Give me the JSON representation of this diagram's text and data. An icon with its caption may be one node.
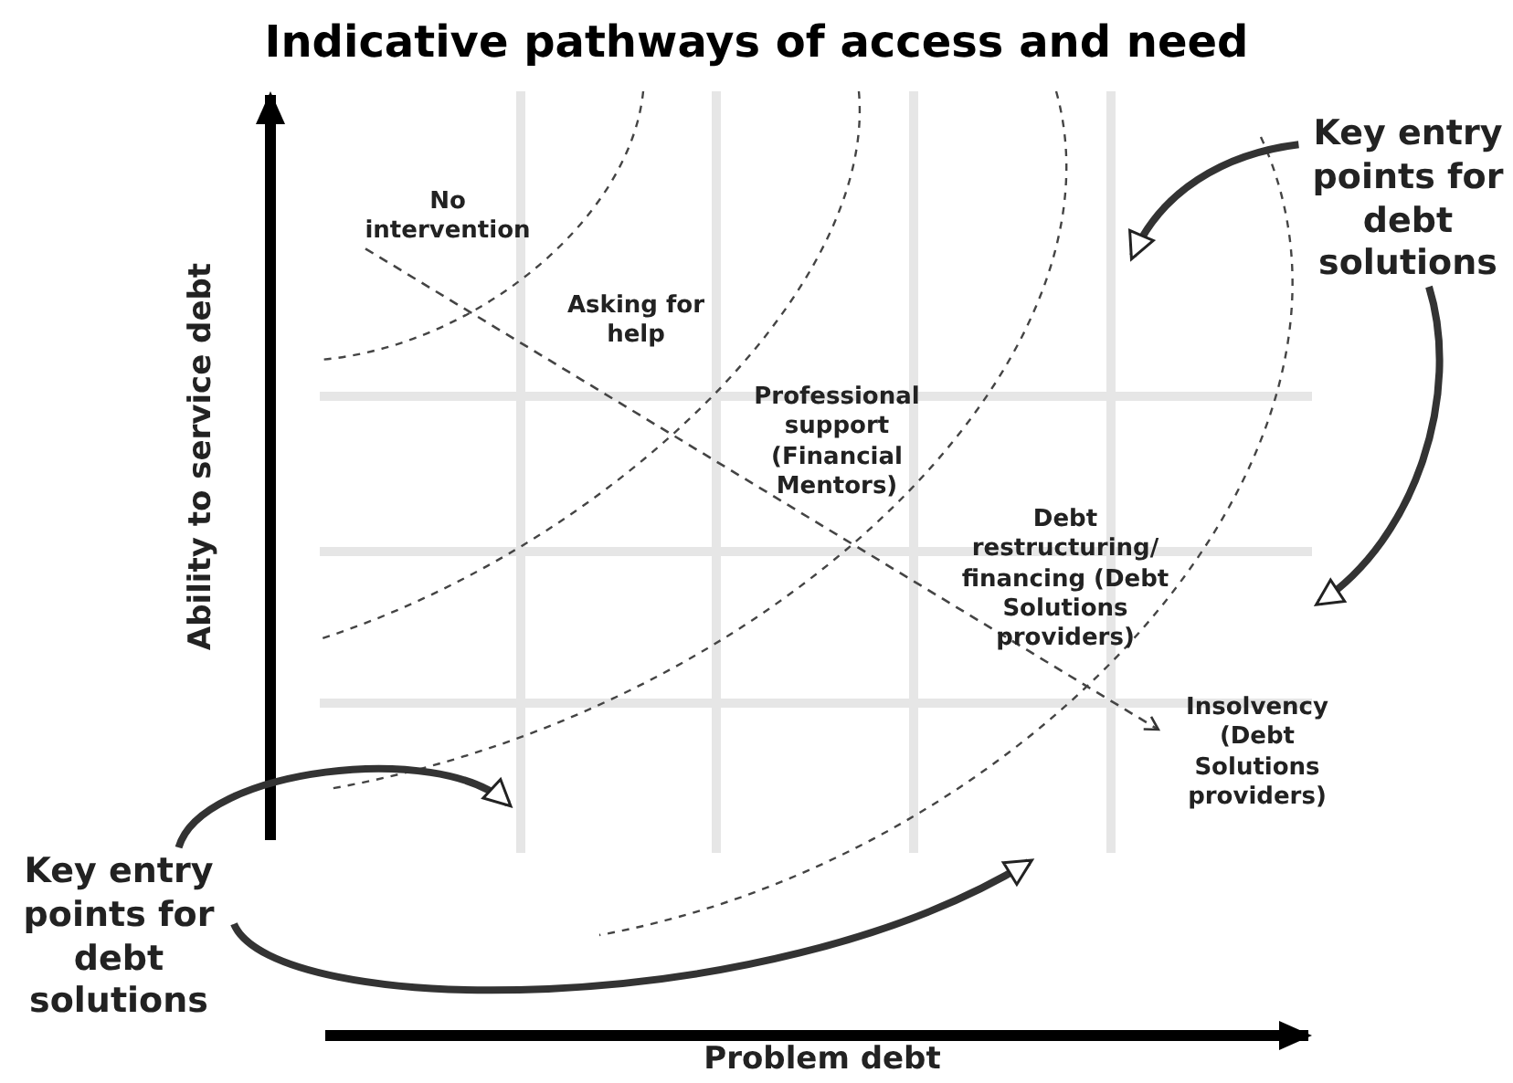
{
  "diagram": {
    "title": "Indicative pathways of access and need",
    "nodes": [
      {
        "text": [
          "No intervention"
        ]
      },
      {
        "text": [
          "Asking for help"
        ]
      },
      {
        "text": [
          "Professional support (Financial Mentors)"
        ]
      },
      {
        "text": [
          "Debt restructuring/ financing (Debt Solutions providers)"
        ]
      },
      {
        "text": [
          "Insolvency (Debt Solutions providers)"
        ]
      },
      {
        "text": [
          "Key entry points for debt solutions"
        ]
      },
      {
        "text": [
          "Key entry points for debt solutions"
        ]
      }
    ],
    "edges": [
      {
        "from": 0,
        "to": 4,
        "arrow": "to",
        "style": "dashed"
      },
      {
        "from": 5,
        "to": null,
        "arrow": "to"
      },
      {
        "from": 5,
        "to": null,
        "arrow": "to"
      },
      {
        "from": 6,
        "to": null,
        "arrow": "to"
      },
      {
        "from": 6,
        "to": null,
        "arrow": "to"
      }
    ],
    "labels": [
      "Ability to service debt",
      "Problem debt"
    ]
  }
}
